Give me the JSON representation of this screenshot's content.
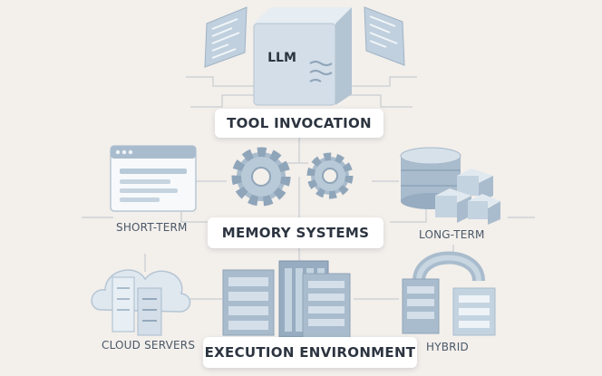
{
  "cube": {
    "label": "LLM"
  },
  "sections": {
    "tool_invocation": "TOOL INVOCATION",
    "memory_systems": "MEMORY SYSTEMS",
    "execution_environment": "EXECUTION ENVIRONMENT"
  },
  "captions": {
    "short_term": "SHORT-TERM",
    "long_term": "LONG-TERM",
    "cloud_servers": "CLOUD SERVERS",
    "hybrid": "HYBRID"
  },
  "colors": {
    "background": "#f3efeb",
    "icon_blue": "#a9bccd",
    "icon_light": "#d7e2ec",
    "icon_dark": "#7f95aa",
    "connector": "#cfd3d6",
    "text": "#2c3440"
  },
  "icons": [
    "code-panel-icon",
    "llm-cube-icon",
    "browser-window-icon",
    "gear-icon",
    "database-icon",
    "cloud-icon",
    "server-rack-icon",
    "hybrid-server-icon"
  ]
}
